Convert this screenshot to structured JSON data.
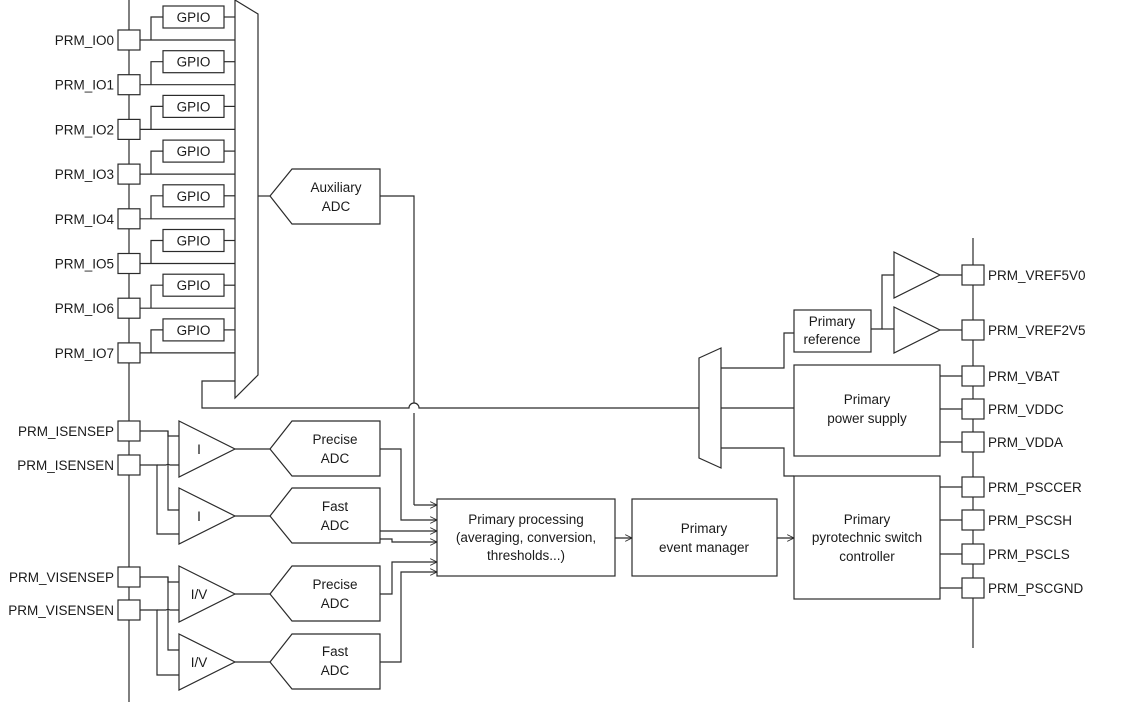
{
  "gpio_pins": [
    "PRM_IO0",
    "PRM_IO1",
    "PRM_IO2",
    "PRM_IO3",
    "PRM_IO4",
    "PRM_IO5",
    "PRM_IO6",
    "PRM_IO7"
  ],
  "gpio_label": "GPIO",
  "sense_pins": {
    "isensep": "PRM_ISENSEP",
    "isensen": "PRM_ISENSEN",
    "visensep": "PRM_VISENSEP",
    "visensen": "PRM_VISENSEN"
  },
  "amps": {
    "current_precise": "I",
    "current_fast": "I",
    "voltage_precise": "I/V",
    "voltage_fast": "I/V"
  },
  "aux_adc": [
    "Auxiliary",
    "ADC"
  ],
  "precise_adc": [
    "Precise",
    "ADC"
  ],
  "fast_adc": [
    "Fast",
    "ADC"
  ],
  "processing": [
    "Primary processing",
    "(averaging, conversion,",
    "thresholds...)"
  ],
  "event_manager": [
    "Primary",
    "event manager"
  ],
  "reference": [
    "Primary",
    "reference"
  ],
  "power_supply": [
    "Primary",
    "power supply"
  ],
  "pyro_controller": [
    "Primary",
    "pyrotechnic switch",
    "controller"
  ],
  "right_pins": [
    "PRM_VREF5V0",
    "PRM_VREF2V5",
    "PRM_VBAT",
    "PRM_VDDC",
    "PRM_VDDA",
    "PRM_PSCCER",
    "PRM_PSCSH",
    "PRM_PSCLS",
    "PRM_PSCGND"
  ]
}
